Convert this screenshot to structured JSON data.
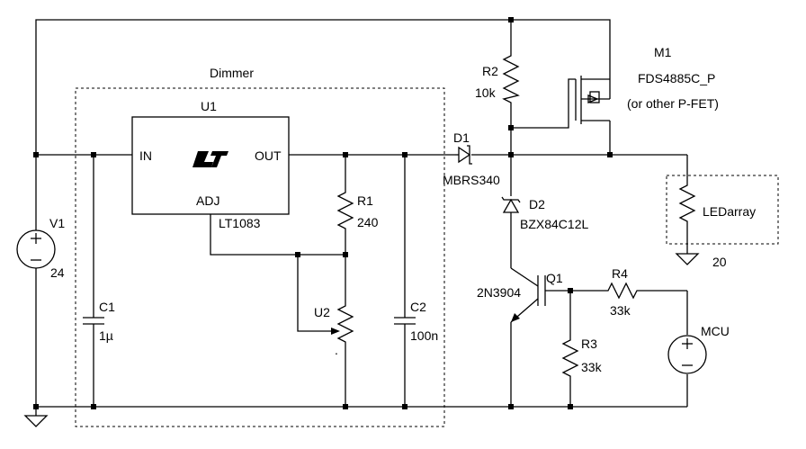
{
  "colors": {
    "wire": "#000000",
    "background": "#ffffff",
    "logo": "#000000"
  },
  "dimmer": {
    "label": "Dimmer"
  },
  "v1": {
    "ref": "V1",
    "value": "24"
  },
  "c1": {
    "ref": "C1",
    "value": "1µ"
  },
  "u1": {
    "ref": "U1",
    "part": "LT1083",
    "pin_in": "IN",
    "pin_out": "OUT",
    "pin_adj": "ADJ",
    "logo_icon": "linear-technology-logo"
  },
  "r1": {
    "ref": "R1",
    "value": "240"
  },
  "u2": {
    "ref": "U2",
    "wiper_mark": "."
  },
  "c2": {
    "ref": "C2",
    "value": "100n"
  },
  "d1": {
    "ref": "D1",
    "part": "MBRS340"
  },
  "r2": {
    "ref": "R2",
    "value": "10k"
  },
  "m1": {
    "ref": "M1",
    "part": "FDS4885C_P",
    "note": "(or other P-FET)"
  },
  "d2": {
    "ref": "D2",
    "part": "BZX84C12L"
  },
  "q1": {
    "ref": "Q1",
    "part": "2N3904"
  },
  "r3": {
    "ref": "R3",
    "value": "33k"
  },
  "r4": {
    "ref": "R4",
    "value": "33k"
  },
  "mcu": {
    "ref": "MCU"
  },
  "led": {
    "ref": "LEDarray",
    "value": "20"
  }
}
